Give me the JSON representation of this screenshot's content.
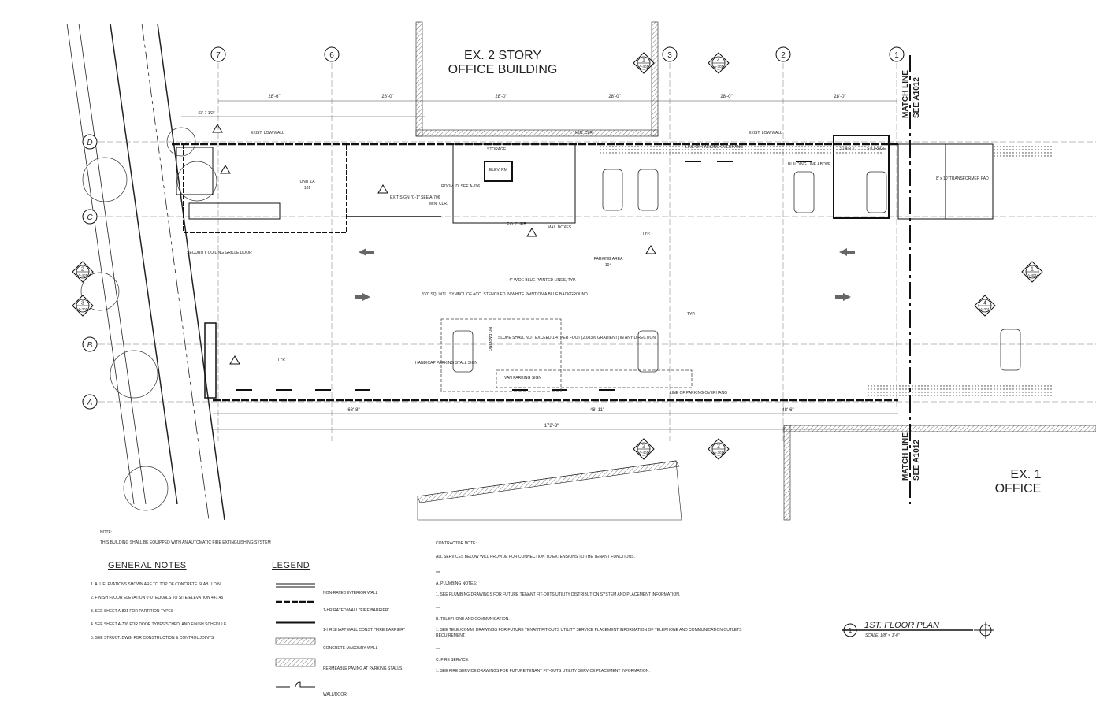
{
  "buildings": {
    "office_top_line1": "EX. 2 STORY",
    "office_top_line2": "OFFICE BUILDING",
    "office_right_line1": "EX. 1",
    "office_right_line2": "OFFICE"
  },
  "match_line": {
    "line1": "MATCH LINE",
    "line2": "SEE A1012"
  },
  "grid_columns": [
    "7",
    "6",
    "3",
    "2",
    "1"
  ],
  "grid_rows": [
    "D",
    "C",
    "B",
    "A"
  ],
  "section_markers": [
    {
      "num": "1",
      "sheet": "A-401"
    },
    {
      "num": "4",
      "sheet": "A-301"
    },
    {
      "num": "2",
      "sheet": "A-401"
    },
    {
      "num": "3",
      "sheet": "A-301"
    },
    {
      "num": "2",
      "sheet": "A-401"
    },
    {
      "num": "2",
      "sheet": "A-301"
    },
    {
      "num": "1",
      "sheet": "A-401"
    },
    {
      "num": "4",
      "sheet": "A-301"
    }
  ],
  "dimensions": {
    "top": [
      "28'-6\"",
      "28'-0\"",
      "28'-0\"",
      "28'-0\"",
      "28'-0\"",
      "28'-0\""
    ],
    "bottom": [
      "68'-8\"",
      "48'-11\"",
      "48'-6\"",
      "172'-3\""
    ],
    "top_overall": "63'-7 1/2\""
  },
  "callouts": {
    "exist_low_wall": "EXIST. LOW WALL",
    "line_parking_overhang": "LINE OF PARKING OVERHANG",
    "building_line_above": "BUILDING LINE ABOVE",
    "parking_area": "PARKING AREA",
    "parking_area_num": "104",
    "unit": "UNIT 1A",
    "unit_num": "101",
    "storage": "STORAGE",
    "stair": "STAIR 2",
    "elev_rm": "ELEV. RM",
    "transformer_pad": "8' x 10' TRANSFORMER PAD",
    "exit_sign": "EXIT SIGN \"C-1\" SEE A-706",
    "room_id": "ROOM ID. SEE A-706",
    "fo_curb": "F.O. CURB",
    "mail_boxes": "MAIL BOXES",
    "security": "SECURITY COILING GRILLE DOOR",
    "blue_lines": "4\" WIDE BLUE PAINTED LINES, TYP.",
    "accessible_symbol": "3'-0\" SQ. INTL. SYMBOL OF ACC. STENCILED IN WHITE PAINT ON A BLUE BACKGROUND",
    "slope_note": "SLOPE SHALL NOT EXCEED 1/4\" PER FOOT (2.083% GRADIENT) IN ANY DIRECTION",
    "handicap_sign": "HANDICAP PARKING STALL SIGN",
    "van_sign": "VAN PARKING SIGN",
    "no_parking": "NO PARKING",
    "typ": "TYP.",
    "min_clr": "MIN. CLR."
  },
  "note": {
    "label": "NOTE:",
    "text": "THIS BUILDING SHALL BE EQUIPPED WITH AN AUTOMATIC FIRE EXTINGUISHING SYSTEM"
  },
  "general_notes": {
    "title": "GENERAL NOTES",
    "items": [
      "1. ALL ELEVATIONS SHOWN ARE TO TOP OF CONCRETE SLAB U.O.N.",
      "2. FINISH FLOOR ELEVATION 0'-0\" EQUALS TO SITE ELEVATION 441.45",
      "3. SEE SHEET A-801 FOR PARTITION TYPES",
      "4. SEE SHEET A-706 FOR DOOR TYPES/SCHED. AND FINISH SCHEDULE",
      "5. SEE STRUCT. DWG. FOR CONSTRUCTION & CONTROL JOINTS"
    ]
  },
  "legend": {
    "title": "LEGEND",
    "items": [
      "NON-RATED INTERIOR WALL",
      "1-HR RATED WALL \"FIRE BARRIER\"",
      "1-HR SHAFT WALL CONST. \"FIRE BARRIER\"",
      "CONCRETE MASONRY WALL",
      "PERMEABLE PAVING AT PARKING STALLS",
      "WALL/DOOR"
    ]
  },
  "contractor": {
    "title": "CONTRACTOR NOTE:",
    "intro": "ALL SERVICES BELOW WILL PROVIDE FOR CONNECTION TO EXTENSIONS TO THE TENANT FUNCTIONS.",
    "sections": [
      {
        "head": "A.   PLUMBING NOTES:",
        "body": "1.   SEE PLUMBING DRAWINGS FOR FUTURE TENANT FIT-OUTS UTILITY DISTRIBUTION SYSTEM AND PLACEMENT INFORMATION."
      },
      {
        "head": "B.   TELEPHONE AND COMMUNICATION:",
        "body": "1.   SEE TELE./COMM. DRAWINGS FOR FUTURE TENANT FIT-OUTS UTILITY SERVICE PLACEMENT INFORMATION OF TELEPHONE AND COMMUNICATION OUTLETS REQUIREMENT."
      },
      {
        "head": "C.   FIRE SERVICE:",
        "body": "1.   SEE FIRE SERVICE DRAWINGS FOR FUTURE TENANT FIT-OUTS UTILITY SERVICE PLACEMENT INFORMATION."
      }
    ]
  },
  "title_block": {
    "num": "1",
    "title": "1ST. FLOOR PLAN",
    "scale": "SCALE: 1/8\" = 1'-0\""
  }
}
